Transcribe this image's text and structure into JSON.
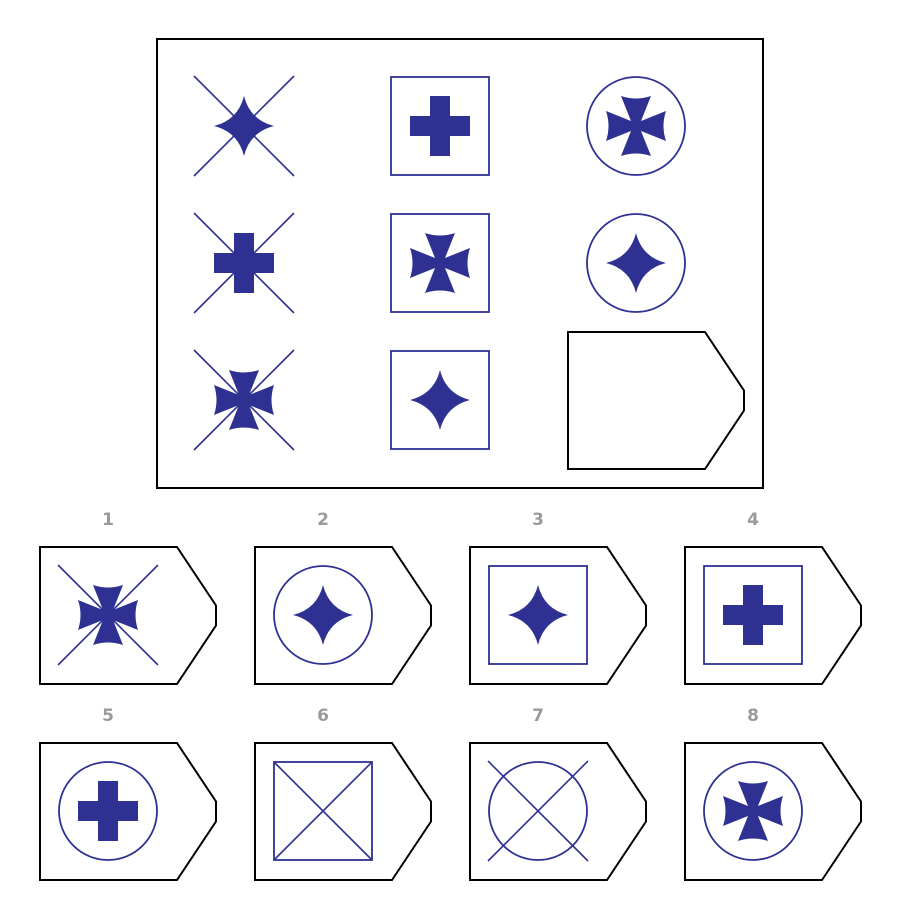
{
  "colors": {
    "shape": "#2e3192",
    "frame": "#000000",
    "background": "#ffffff",
    "label": "#9a9a9a"
  },
  "matrix": {
    "cells": [
      {
        "container": "x-cross",
        "symbol": "four-point-star"
      },
      {
        "container": "square",
        "symbol": "greek-cross"
      },
      {
        "container": "circle",
        "symbol": "maltese-cross"
      },
      {
        "container": "x-cross",
        "symbol": "greek-cross"
      },
      {
        "container": "square",
        "symbol": "maltese-cross"
      },
      {
        "container": "circle",
        "symbol": "four-point-star"
      },
      {
        "container": "x-cross",
        "symbol": "maltese-cross"
      },
      {
        "container": "square",
        "symbol": "four-point-star"
      },
      {
        "container": "missing",
        "symbol": "none"
      }
    ]
  },
  "options": [
    {
      "label": "1",
      "container": "x-cross",
      "symbol": "maltese-cross"
    },
    {
      "label": "2",
      "container": "circle",
      "symbol": "four-point-star"
    },
    {
      "label": "3",
      "container": "square",
      "symbol": "four-point-star"
    },
    {
      "label": "4",
      "container": "square",
      "symbol": "greek-cross"
    },
    {
      "label": "5",
      "container": "circle",
      "symbol": "greek-cross"
    },
    {
      "label": "6",
      "container": "square-x",
      "symbol": "none"
    },
    {
      "label": "7",
      "container": "circle-x",
      "symbol": "none"
    },
    {
      "label": "8",
      "container": "circle",
      "symbol": "maltese-cross"
    }
  ]
}
